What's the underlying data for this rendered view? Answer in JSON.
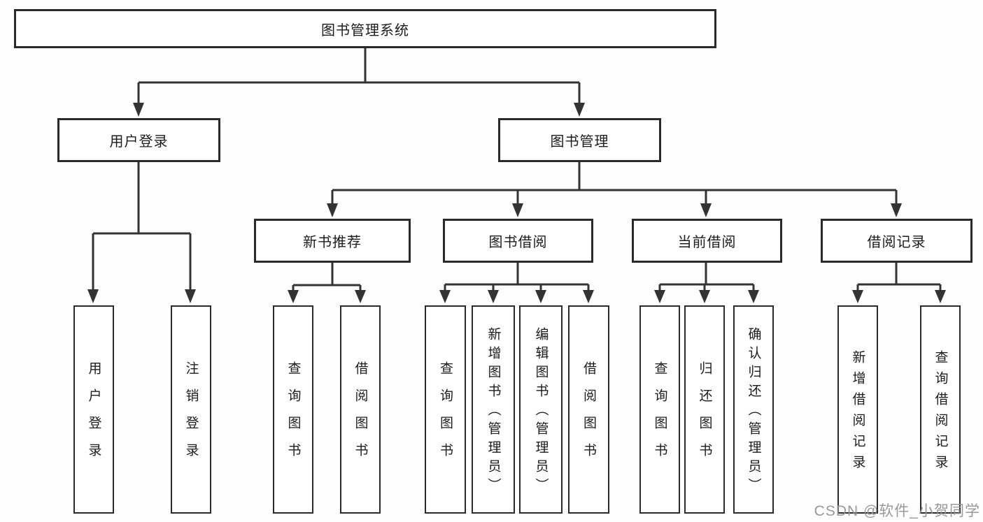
{
  "diagram": {
    "root": {
      "label": "图书管理系统"
    },
    "branches": [
      {
        "label": "用户登录",
        "children": [
          {
            "label": "用户登录"
          },
          {
            "label": "注销登录"
          }
        ]
      },
      {
        "label": "图书管理",
        "children": [
          {
            "label": "新书推荐",
            "children": [
              {
                "label": "查询图书"
              },
              {
                "label": "借阅图书"
              }
            ]
          },
          {
            "label": "图书借阅",
            "children": [
              {
                "label": "查询图书"
              },
              {
                "label": "新增图书（管理员）"
              },
              {
                "label": "编辑图书（管理员）"
              },
              {
                "label": "借阅图书"
              }
            ]
          },
          {
            "label": "当前借阅",
            "children": [
              {
                "label": "查询图书"
              },
              {
                "label": "归还图书"
              },
              {
                "label": "确认归还（管理员）"
              }
            ]
          },
          {
            "label": "借阅记录",
            "children": [
              {
                "label": "新增借阅记录"
              },
              {
                "label": "查询借阅记录"
              }
            ]
          }
        ]
      }
    ]
  },
  "watermark": {
    "text": "CSDN @软件_小贺同学"
  },
  "colors": {
    "line": "#333333",
    "box_border": "#2a2a2a",
    "box_background": "#ffffff",
    "text": "#1c1c1c",
    "watermark": "#949494"
  }
}
